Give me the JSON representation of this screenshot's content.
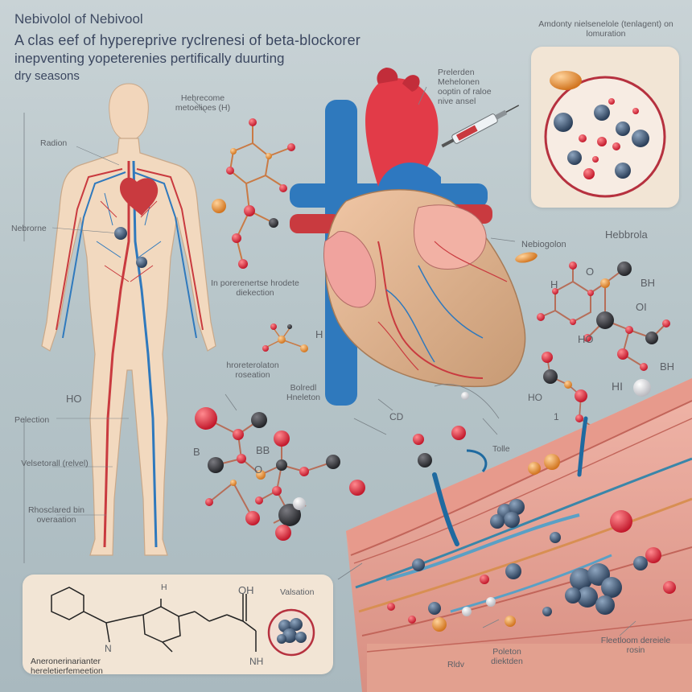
{
  "title": {
    "line1": "Nebivolol of Nebivool",
    "line2": "A clas eef of hypereprive ryclrenesi of beta-blockorer",
    "line3": "inepventing yopeterenies pertifically duurting",
    "line4": "dry seasons"
  },
  "body_labels": {
    "top": "Radion",
    "middle": "Nebrorne",
    "lower": "Pelection",
    "vessel": "Velsetorall (relvel)",
    "bottom": "Rhosclared bin overaation"
  },
  "molecule_labels": {
    "top": "Hehrecome metoelioes (H)",
    "mid": "In porerenertse hrodete diekection",
    "center_h": "H",
    "center_note": "hroreterolaton roseation",
    "center_bottom": "Bolredl Hneleton",
    "ho": "HO",
    "bb": "BB",
    "b_left": "B",
    "o_center": "O"
  },
  "heart_labels": {
    "prelerden": "Prelerden Mehelonen ooptin of raloe nive ansel",
    "nebiogolon": "Nebiogolon"
  },
  "inset_labels": {
    "caption": "Amdonty nielsenelole (tenlagent) on lomuration"
  },
  "right_labels": {
    "title": "Hebbrola",
    "h": "H",
    "o": "O",
    "bh": "BH",
    "oi": "OI",
    "ho": "HO",
    "bh2": "BH",
    "hi": "HI",
    "one": "1",
    "ho_small": "HO",
    "tolle": "Tolle",
    "cd": "CD"
  },
  "tissue_labels": {
    "rldv": "Rldv",
    "poleton": "Poleton diektden",
    "fleetloom": "Fleetloom dereiele rosin"
  },
  "bottom_panel": {
    "oh": "OH",
    "h2": "H",
    "n": "N",
    "nh": "NH",
    "caption": "Aneronerinarianter hereletierfemeetion",
    "valsation": "Valsation"
  },
  "colors": {
    "artery": "#c93a3f",
    "vein": "#2f79bd",
    "skin": "#f2d9bf",
    "atom_dark": "#3c3a3a",
    "atom_red": "#e5303f",
    "atom_orange": "#e28b35",
    "panel": "#f2e5d5"
  },
  "icons": [
    "heart-icon",
    "syringe-icon",
    "pill-icon",
    "molecule-icon",
    "blood-vessel-icon",
    "cluster-icon"
  ]
}
